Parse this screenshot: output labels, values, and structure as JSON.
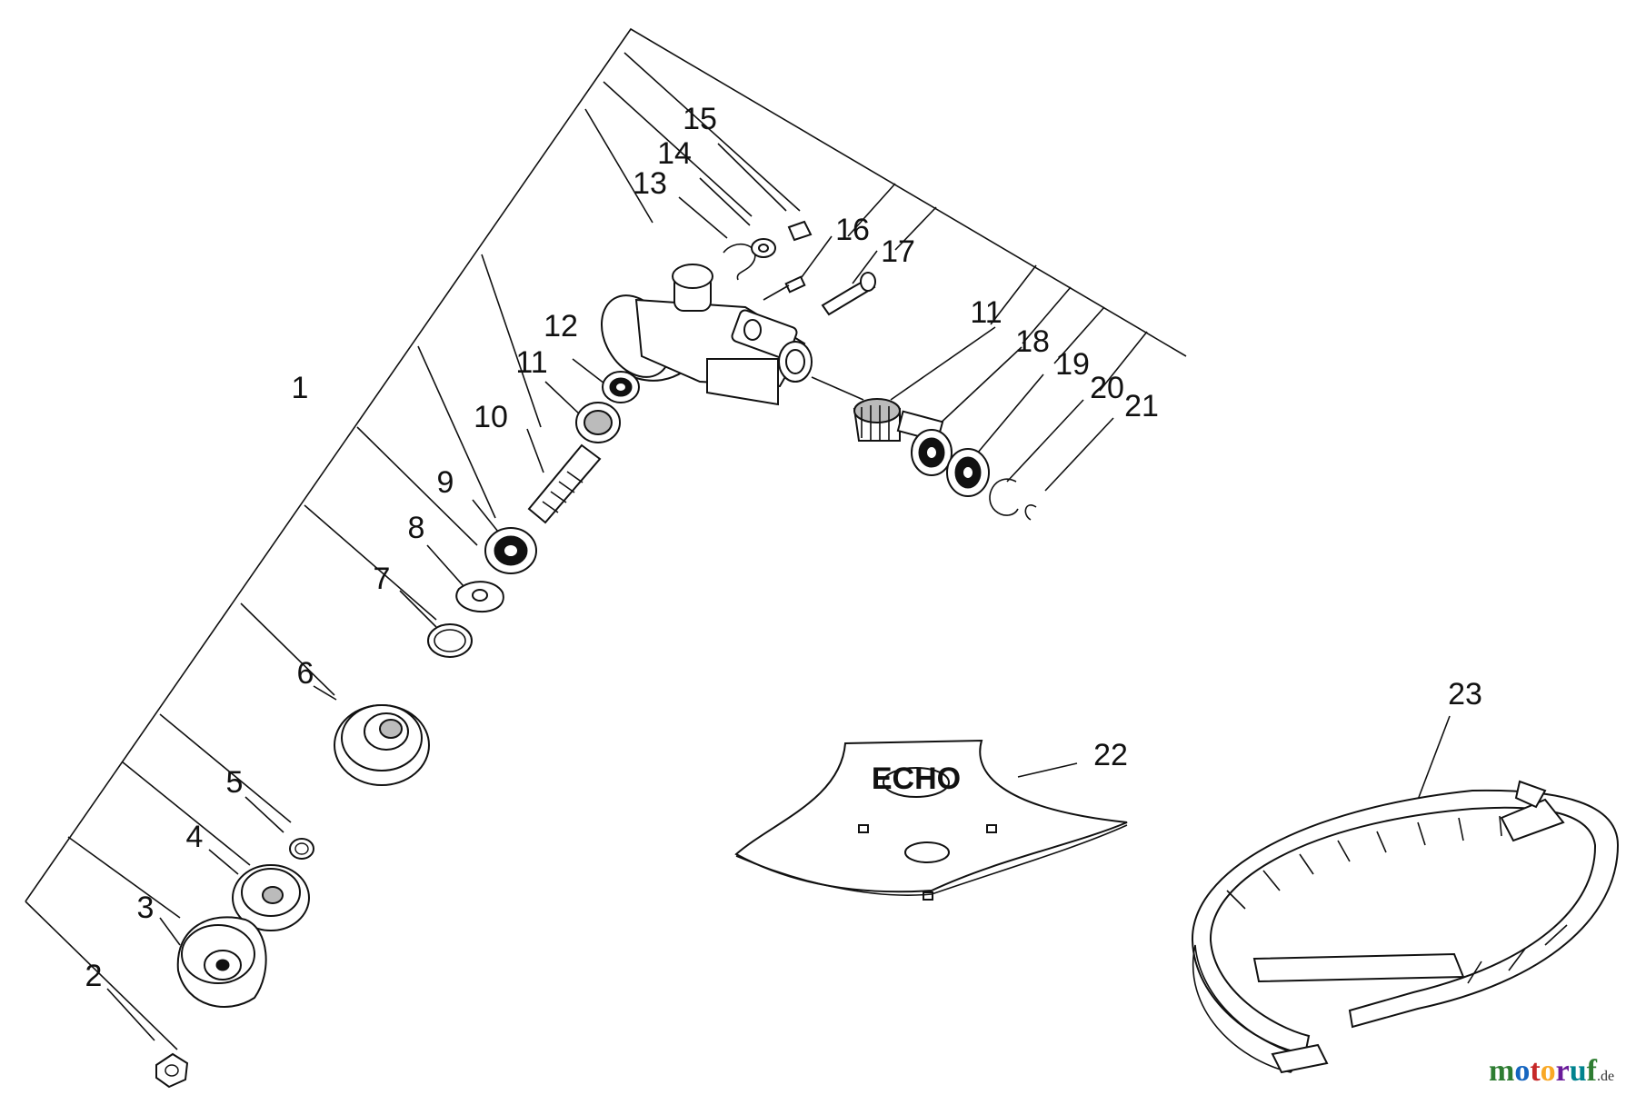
{
  "callouts": {
    "c1": "1",
    "c2": "2",
    "c3": "3",
    "c4": "4",
    "c5": "5",
    "c6": "6",
    "c7": "7",
    "c8": "8",
    "c9": "9",
    "c10": "10",
    "c11a": "11",
    "c11b": "11",
    "c12": "12",
    "c13": "13",
    "c14": "14",
    "c15": "15",
    "c16": "16",
    "c17": "17",
    "c18": "18",
    "c19": "19",
    "c20": "20",
    "c21": "21",
    "c22": "22",
    "c23": "23"
  },
  "blade_logo_text": "ECHO",
  "watermark": {
    "letters": [
      "m",
      "o",
      "t",
      "o",
      "r",
      "u",
      "f"
    ],
    "domain": ".de",
    "colors": [
      "#2e7d32",
      "#1565c0",
      "#c62828",
      "#f9a825",
      "#6a1b9a",
      "#00838f",
      "#2e7d32"
    ]
  }
}
